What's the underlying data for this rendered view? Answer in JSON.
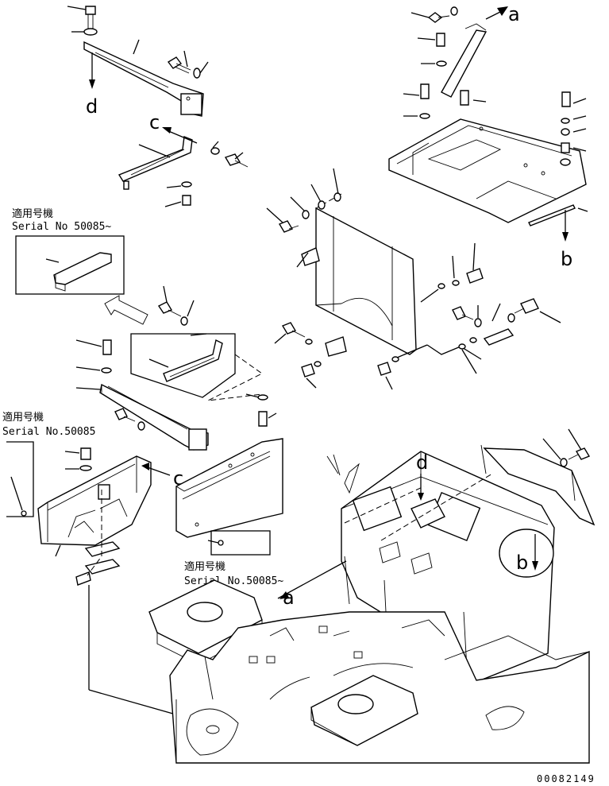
{
  "diagram": {
    "notes": [
      {
        "line1": "適用号機",
        "line2": "Serial No 50085~"
      },
      {
        "line1": "適用号機",
        "line2": "Serial No.50085"
      },
      {
        "line1": "適用号機",
        "line2": "Serial No.50085~"
      }
    ],
    "arrow_labels": {
      "a_top": "a",
      "a_bottom": "a",
      "b_top": "b",
      "b_bottom": "b",
      "c_top": "c",
      "c_left": "c",
      "d_top": "d",
      "d_bottom": "d"
    },
    "drawing_number": "00082149"
  }
}
